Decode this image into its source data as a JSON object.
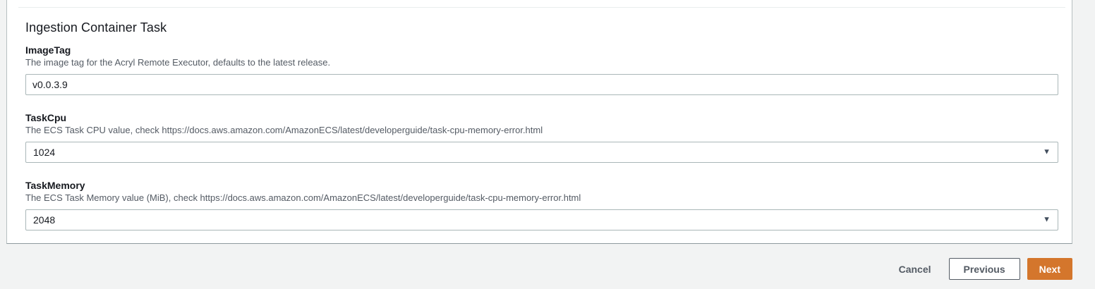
{
  "panel": {
    "title": "Ingestion Container Task",
    "fields": [
      {
        "label": "ImageTag",
        "description": "The image tag for the Acryl Remote Executor, defaults to the latest release.",
        "value": "v0.0.3.9",
        "type": "text"
      },
      {
        "label": "TaskCpu",
        "description": "The ECS Task CPU value, check https://docs.aws.amazon.com/AmazonECS/latest/developerguide/task-cpu-memory-error.html",
        "value": "1024",
        "type": "select"
      },
      {
        "label": "TaskMemory",
        "description": "The ECS Task Memory value (MiB), check https://docs.aws.amazon.com/AmazonECS/latest/developerguide/task-cpu-memory-error.html",
        "value": "2048",
        "type": "select"
      }
    ]
  },
  "actions": {
    "cancel": "Cancel",
    "previous": "Previous",
    "next": "Next"
  },
  "icons": {
    "caret_down": "▼"
  },
  "colors": {
    "page_background": "#f2f3f3",
    "panel_background": "#ffffff",
    "panel_border": "#b7bfc1",
    "input_border": "#aab7b8",
    "label_text": "#16191f",
    "description_text": "#545b64",
    "secondary_button": "#545b64",
    "primary_button": "#d4762c"
  }
}
